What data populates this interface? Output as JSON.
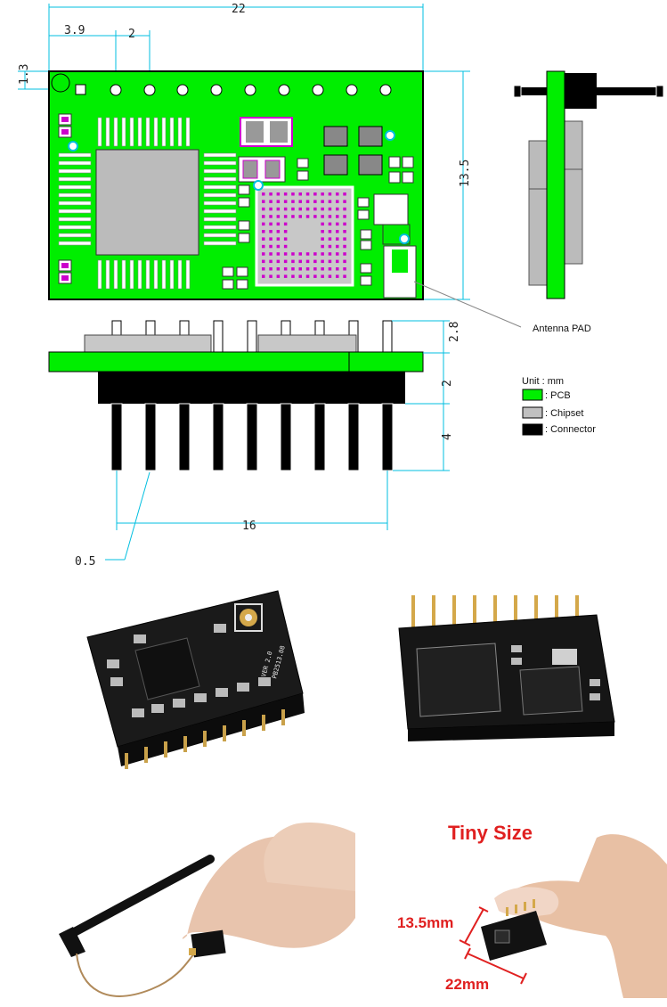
{
  "dimensions": {
    "width": "22",
    "pin_offset": "3.9",
    "pitch": "2",
    "edge_offset": "1.3",
    "height": "13.5",
    "chip_height": "2.8",
    "connector_height": "2",
    "pin_length": "4",
    "pin_span": "16",
    "pin_width": "0.5"
  },
  "annotations": {
    "antenna_pad": "Antenna PAD"
  },
  "legend": {
    "title": "Unit : mm",
    "items": [
      {
        "label": ": PCB",
        "color": "#00ee00"
      },
      {
        "label": ": Chipset",
        "color": "#c0c0c0"
      },
      {
        "label": ": Connector",
        "color": "#000000"
      }
    ]
  },
  "photos": {
    "module_silk_version": "VER 2.0",
    "module_silk_code": "PB2513.08",
    "tiny_size_title": "Tiny Size",
    "size_height": "13.5mm",
    "size_width": "22mm"
  },
  "colors": {
    "pcb": "#00ee00",
    "chipset": "#c0c0c0",
    "connector": "#000000",
    "dimension_line": "#00bfe0",
    "pad_outline": "#cc00cc",
    "highlight": "#e02020"
  }
}
